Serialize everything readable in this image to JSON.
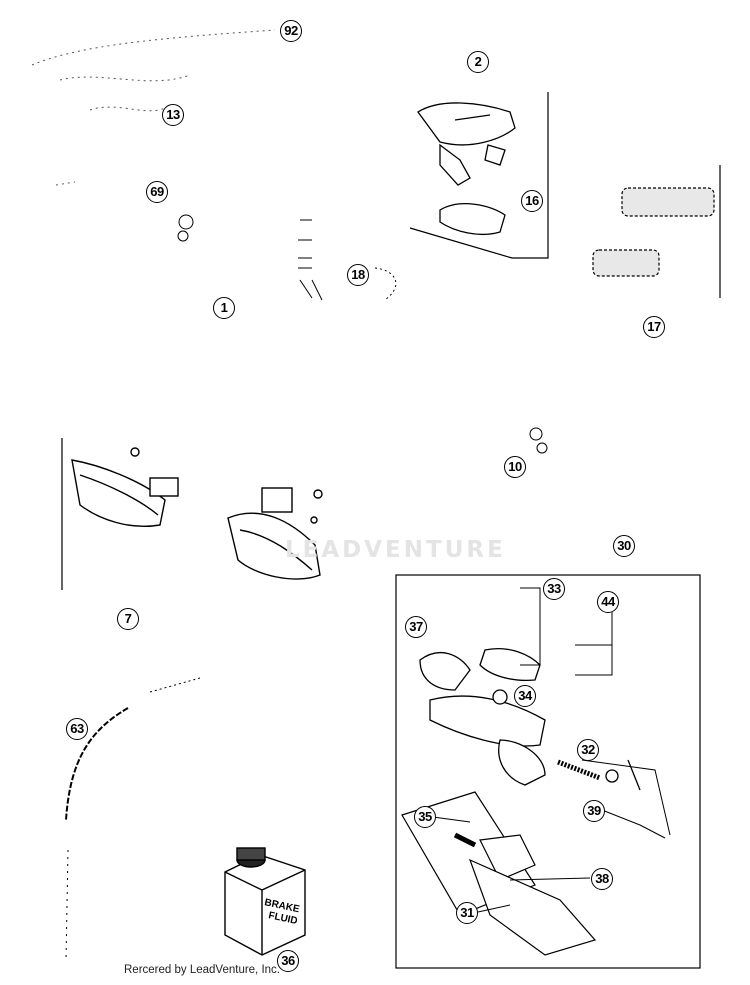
{
  "callouts": [
    {
      "id": "92"
    },
    {
      "id": "2"
    },
    {
      "id": "13"
    },
    {
      "id": "16"
    },
    {
      "id": "69"
    },
    {
      "id": "18"
    },
    {
      "id": "1"
    },
    {
      "id": "17"
    },
    {
      "id": "10"
    },
    {
      "id": "30"
    },
    {
      "id": "7"
    },
    {
      "id": "33"
    },
    {
      "id": "44"
    },
    {
      "id": "37"
    },
    {
      "id": "34"
    },
    {
      "id": "63"
    },
    {
      "id": "32"
    },
    {
      "id": "39"
    },
    {
      "id": "35"
    },
    {
      "id": "38"
    },
    {
      "id": "31"
    },
    {
      "id": "36"
    }
  ],
  "reservoir_label": {
    "line1": "BRAKE",
    "line2": "FLUID"
  },
  "footer": {
    "text": "Rercered by LeadVenture, Inc."
  },
  "watermark": {
    "text": "LEADVENTURE"
  },
  "colors": {
    "line": "#000000",
    "background": "#ffffff",
    "watermark": "#e4e4e4"
  }
}
